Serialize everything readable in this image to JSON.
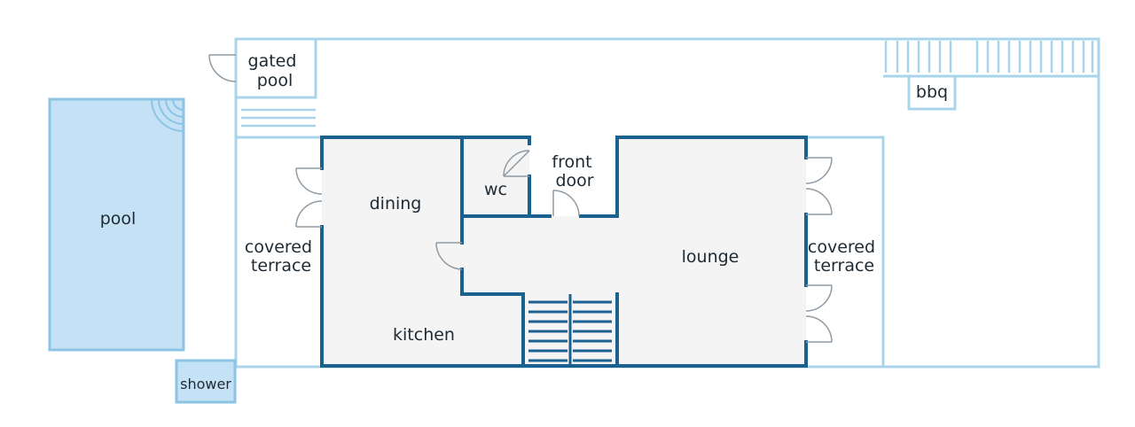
{
  "colors": {
    "outline_light": "#a9d4ea",
    "wall_dark": "#1a6190",
    "pool_fill": "#c5e1f5",
    "pool_stroke": "#8cc4e4",
    "floor_fill": "#f4f4f4",
    "text": "#1e2a33"
  },
  "labels": {
    "gated_pool": [
      "gated",
      "pool"
    ],
    "pool": "pool",
    "shower": "shower",
    "covered_terrace_left": [
      "covered",
      "terrace"
    ],
    "covered_terrace_right": [
      "covered",
      "terrace"
    ],
    "dining": "dining",
    "wc": "wc",
    "front_door": [
      "front",
      "door"
    ],
    "lounge": "lounge",
    "kitchen": "kitchen",
    "bbq": "bbq"
  },
  "icons": [
    "door-swing-icon",
    "stairs-icon",
    "railing-icon",
    "pool-steps-icon"
  ]
}
